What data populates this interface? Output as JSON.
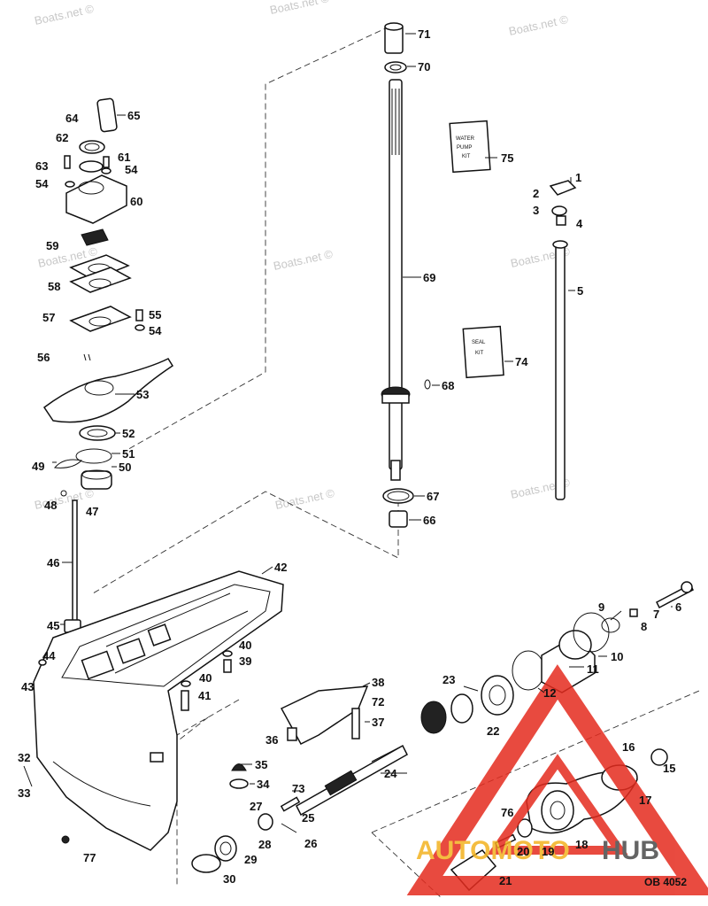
{
  "watermark": "Boats.net ©",
  "diagram_code": "OB 4052",
  "logo": {
    "left": "AUTOMOTO",
    "right": "HUB",
    "color_red": "#e52b1e",
    "color_yellow": "#f3b21f",
    "color_gray": "#4a4a4a"
  },
  "kits": {
    "k75": [
      "WATER",
      "PUMP",
      "KIT"
    ],
    "k74": [
      "SEAL",
      "KIT"
    ]
  },
  "parts": {
    "p1": "1",
    "p2": "2",
    "p3": "3",
    "p4": "4",
    "p5": "5",
    "p6": "6",
    "p7": "7",
    "p8": "8",
    "p9": "9",
    "p10": "10",
    "p11": "11",
    "p12": "12",
    "p15": "15",
    "p16": "16",
    "p17": "17",
    "p18": "18",
    "p19": "19",
    "p20": "20",
    "p21": "21",
    "p22": "22",
    "p23": "23",
    "p24": "24",
    "p25": "25",
    "p26": "26",
    "p27": "27",
    "p28": "28",
    "p29": "29",
    "p30": "30",
    "p32": "32",
    "p33": "33",
    "p34": "34",
    "p35": "35",
    "p36": "36",
    "p37": "37",
    "p38": "38",
    "p39": "39",
    "p40a": "40",
    "p40b": "40",
    "p41": "41",
    "p42": "42",
    "p43": "43",
    "p44": "44",
    "p45": "45",
    "p46": "46",
    "p47": "47",
    "p48": "48",
    "p49": "49",
    "p50": "50",
    "p51": "51",
    "p52": "52",
    "p53": "53",
    "p54a": "54",
    "p54b": "54",
    "p54c": "54",
    "p55": "55",
    "p56": "56",
    "p57": "57",
    "p58": "58",
    "p59": "59",
    "p60": "60",
    "p61": "61",
    "p62": "62",
    "p63": "63",
    "p64": "64",
    "p65": "65",
    "p66": "66",
    "p67": "67",
    "p68": "68",
    "p69": "69",
    "p70": "70",
    "p71": "71",
    "p72": "72",
    "p73": "73",
    "p74": "74",
    "p75": "75",
    "p76": "76",
    "p77": "77"
  }
}
